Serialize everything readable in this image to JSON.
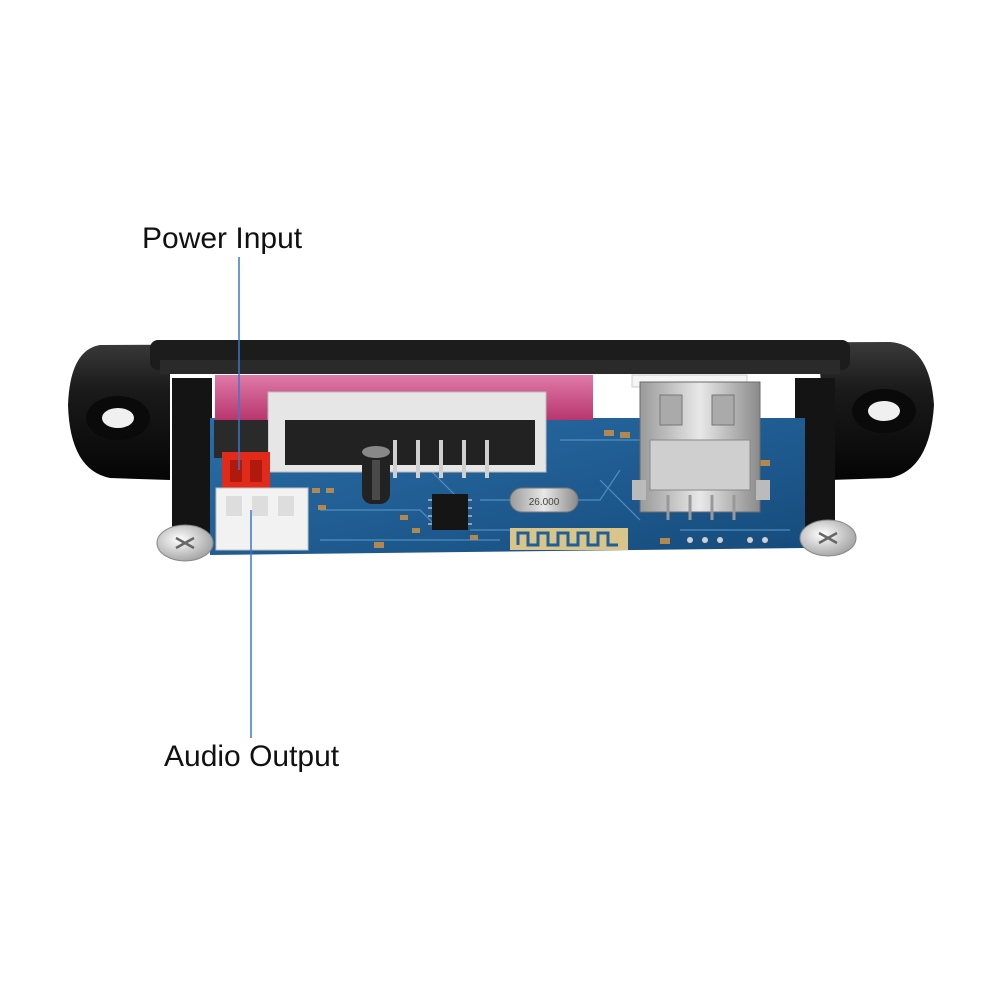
{
  "callouts": {
    "power_input": "Power Input",
    "audio_output": "Audio Output"
  },
  "board": {
    "crystal_marking": "26.000"
  },
  "colors": {
    "leader_line": "#3a78c8",
    "pcb": "#1f5f9a",
    "bezel": "#121212",
    "display_window": "#c94a84",
    "power_connector": "#e02a1a"
  }
}
